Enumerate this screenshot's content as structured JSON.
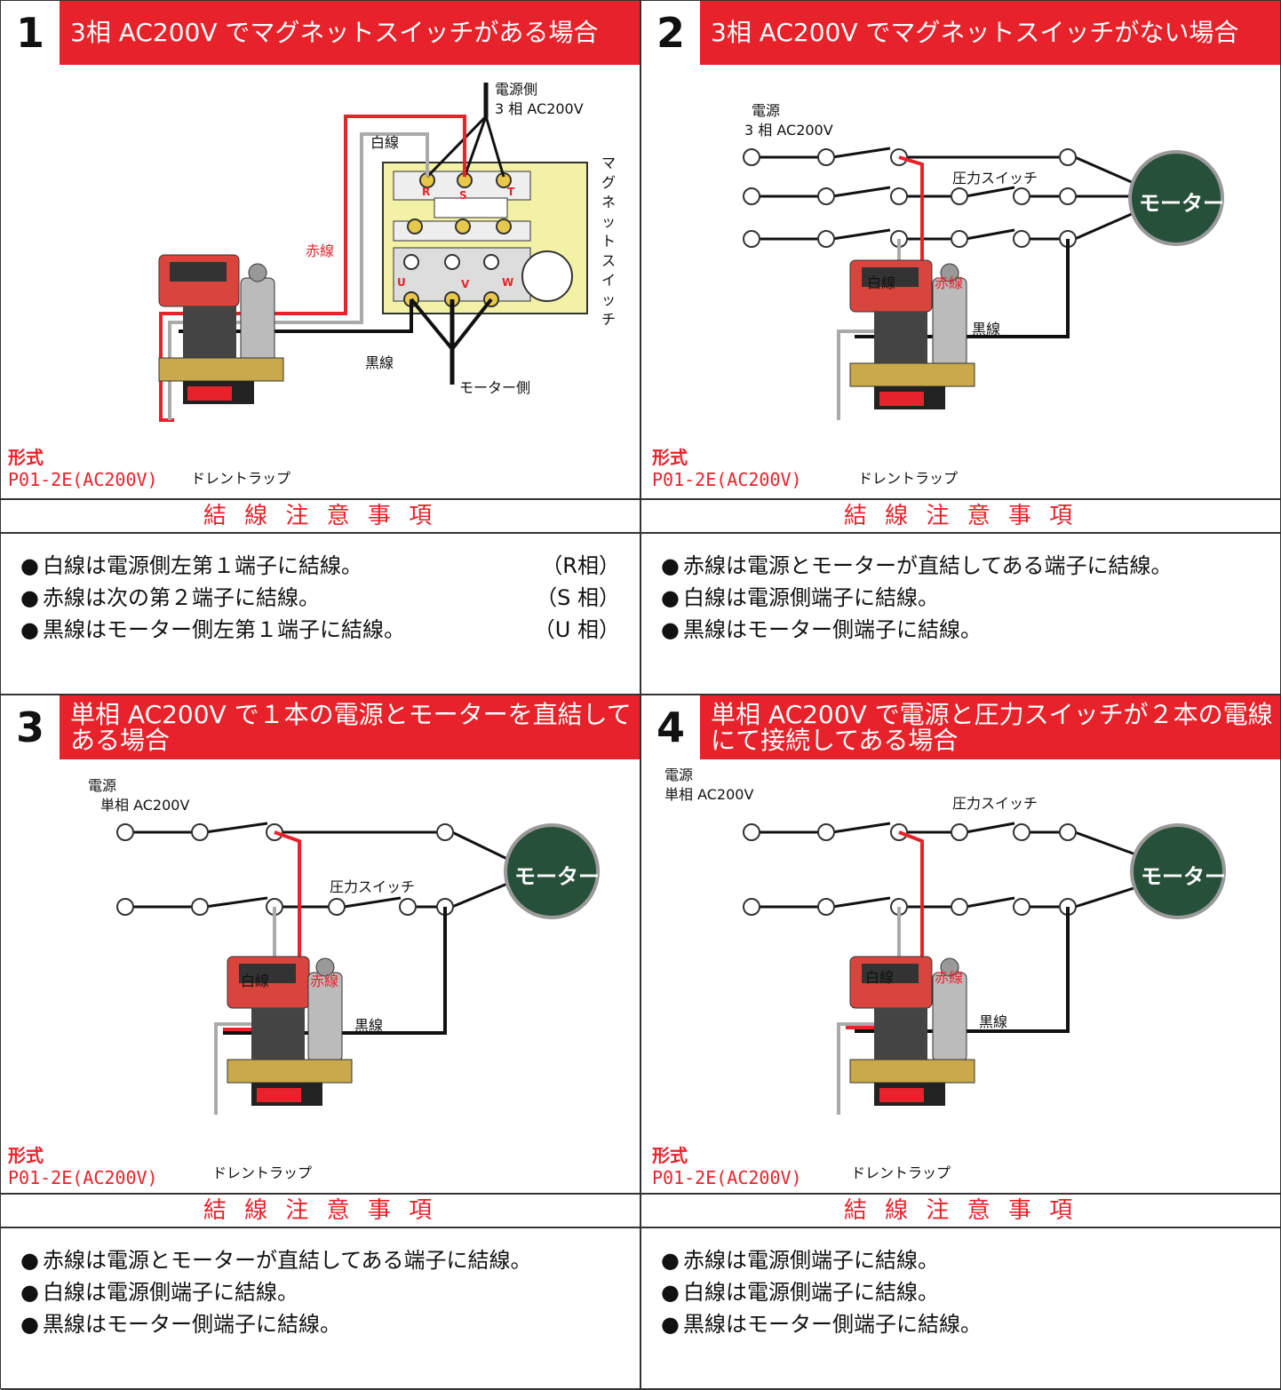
{
  "panels": [
    {
      "num": "1",
      "title": "3相 AC200V でマグネットスイッチがある場合",
      "labels": {
        "power": "電源側",
        "power2": "3 相 AC200V",
        "white": "白線",
        "red": "赤線",
        "black": "黒線",
        "magnet": "マグネットスイッチ",
        "motor_side": "モーター側",
        "r": "R",
        "s": "S",
        "t": "T",
        "u": "U",
        "v": "V",
        "w": "W",
        "trap": "ドレントラップ"
      },
      "model_title": "形式",
      "model": "P01-2E(AC200V)",
      "notes_header": "結 線 注 意 事 項",
      "notes": [
        {
          "text": "白線は電源側左第１端子に結線。",
          "tag": "（R相）"
        },
        {
          "text": "赤線は次の第２端子に結線。",
          "tag": "（S 相）"
        },
        {
          "text": "黒線はモーター側左第１端子に結線。",
          "tag": "（U 相）"
        }
      ]
    },
    {
      "num": "2",
      "title": "3相 AC200V でマグネットスイッチがない場合",
      "labels": {
        "power": "電源",
        "power2": "3 相 AC200V",
        "pswitch": "圧力スイッチ",
        "motor": "モーター",
        "white": "白線",
        "red": "赤線",
        "black": "黒線",
        "trap": "ドレントラップ"
      },
      "model_title": "形式",
      "model": "P01-2E(AC200V)",
      "notes_header": "結 線 注 意 事 項",
      "notes": [
        {
          "text": "赤線は電源とモーターが直結してある端子に結線。",
          "tag": ""
        },
        {
          "text": "白線は電源側端子に結線。",
          "tag": ""
        },
        {
          "text": "黒線はモーター側端子に結線。",
          "tag": ""
        }
      ]
    },
    {
      "num": "3",
      "title": "単相 AC200V で１本の電源とモーターを直結してある場合",
      "labels": {
        "power": "電源",
        "power2": "単相 AC200V",
        "pswitch": "圧力スイッチ",
        "motor": "モーター",
        "white": "白線",
        "red": "赤線",
        "black": "黒線",
        "trap": "ドレントラップ"
      },
      "model_title": "形式",
      "model": "P01-2E(AC200V)",
      "notes_header": "結 線 注 意 事 項",
      "notes": [
        {
          "text": "赤線は電源とモーターが直結してある端子に結線。",
          "tag": ""
        },
        {
          "text": "白線は電源側端子に結線。",
          "tag": ""
        },
        {
          "text": "黒線はモーター側端子に結線。",
          "tag": ""
        }
      ]
    },
    {
      "num": "4",
      "title": "単相 AC200V で電源と圧力スイッチが２本の電線にて接続してある場合",
      "labels": {
        "power": "電源",
        "power2": "単相 AC200V",
        "pswitch": "圧力スイッチ",
        "motor": "モーター",
        "white": "白線",
        "red": "赤線",
        "black": "黒線",
        "trap": "ドレントラップ"
      },
      "model_title": "形式",
      "model": "P01-2E(AC200V)",
      "notes_header": "結 線 注 意 事 項",
      "notes": [
        {
          "text": "赤線は電源側端子に結線。",
          "tag": ""
        },
        {
          "text": "白線は電源側端子に結線。",
          "tag": ""
        },
        {
          "text": "黒線はモーター側端子に結線。",
          "tag": ""
        }
      ]
    }
  ],
  "colors": {
    "accent": "#e8222a",
    "motor": "#27503a",
    "magnet": "#f2f1a6"
  }
}
